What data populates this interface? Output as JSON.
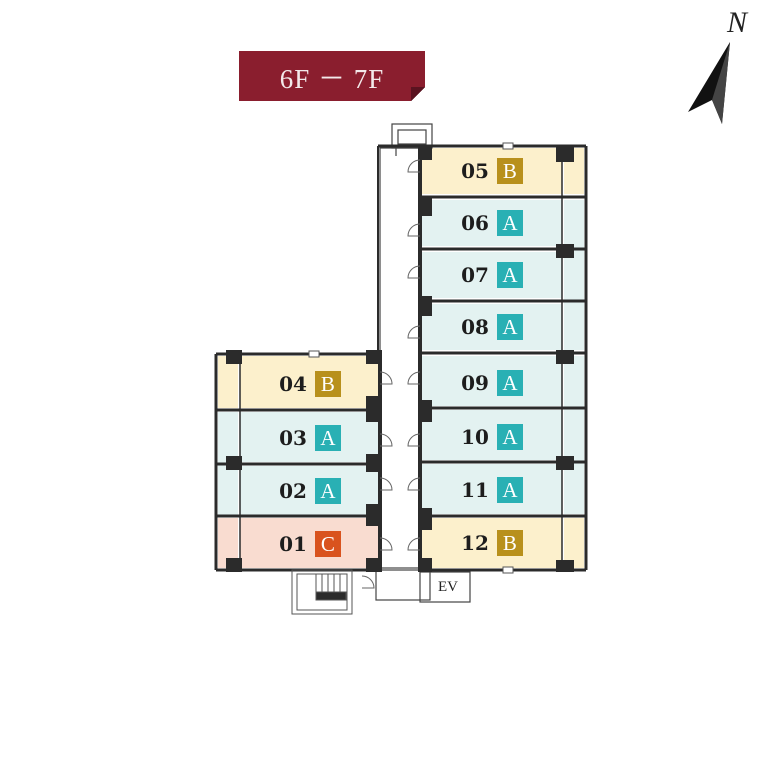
{
  "floor_banner": {
    "label": "6F － 7F"
  },
  "compass": {
    "label": "N"
  },
  "elevator": {
    "label": "EV"
  },
  "colors": {
    "type_A_room": "#e3f2f1",
    "type_B_room": "#fcf0cc",
    "type_C_room": "#f9dcd0",
    "type_A_badge": "#29b0b4",
    "type_B_badge": "#b8901c",
    "type_C_badge": "#d9531e",
    "wall": "#2b2b2b",
    "banner": "#8a1e2e"
  },
  "units": [
    {
      "number": "05",
      "type": "B"
    },
    {
      "number": "06",
      "type": "A"
    },
    {
      "number": "07",
      "type": "A"
    },
    {
      "number": "08",
      "type": "A"
    },
    {
      "number": "09",
      "type": "A"
    },
    {
      "number": "10",
      "type": "A"
    },
    {
      "number": "11",
      "type": "A"
    },
    {
      "number": "12",
      "type": "B"
    },
    {
      "number": "04",
      "type": "B"
    },
    {
      "number": "03",
      "type": "A"
    },
    {
      "number": "02",
      "type": "A"
    },
    {
      "number": "01",
      "type": "C"
    }
  ]
}
